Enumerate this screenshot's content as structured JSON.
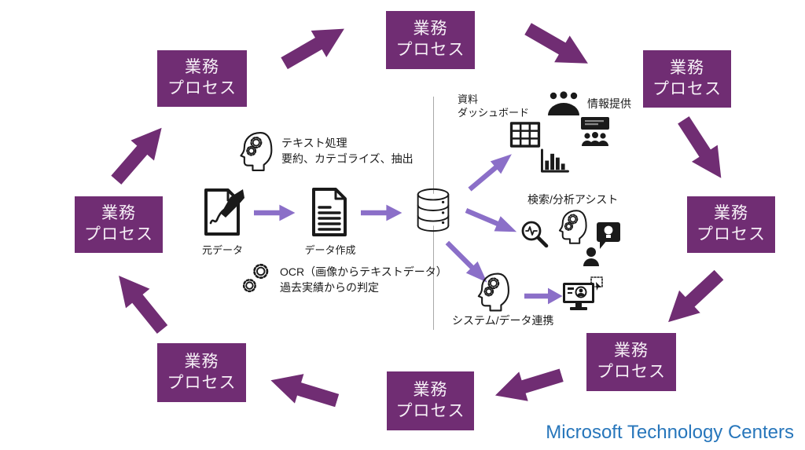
{
  "colors": {
    "box_purple": "#702D73",
    "flow_purple": "#8B6FC8",
    "icon_black": "#1A1A1A",
    "divider_gray": "#A9A9A9",
    "brand_blue": "#2776BB",
    "box_text": "#F7F0F7"
  },
  "cycle": {
    "box_line1": "業務",
    "box_line2": "プロセス",
    "box_count": 8
  },
  "pipeline": {
    "text_processing_title": "テキスト処理",
    "text_processing_detail": "要約、カテゴライズ、抽出",
    "source_label": "元データ",
    "creation_label": "データ作成",
    "ocr_line1": "OCR（画像からテキストデータ）",
    "ocr_line2": "過去実績からの判定"
  },
  "outputs": {
    "dashboard_line1": "資料",
    "dashboard_line2": "ダッシュボード",
    "info_label": "情報提供",
    "search_label": "検索/分析アシスト",
    "system_label": "システム/データ連携"
  },
  "footer": {
    "brand": "Microsoft Technology Centers"
  },
  "icons": {
    "ai_head": "head-with-gears-icon",
    "gears": "double-gear-icon",
    "source_document": "document-with-pen-icon",
    "created_document": "text-document-icon",
    "database": "database-cylinder-icon",
    "table": "table-grid-icon",
    "bar_chart": "bar-chart-icon",
    "meeting": "meeting-people-icon",
    "presentation": "presentation-audience-icon",
    "search": "magnifier-waveform-icon",
    "person_idea": "person-idea-bubble-icon",
    "monitor": "monitor-automation-icon"
  }
}
